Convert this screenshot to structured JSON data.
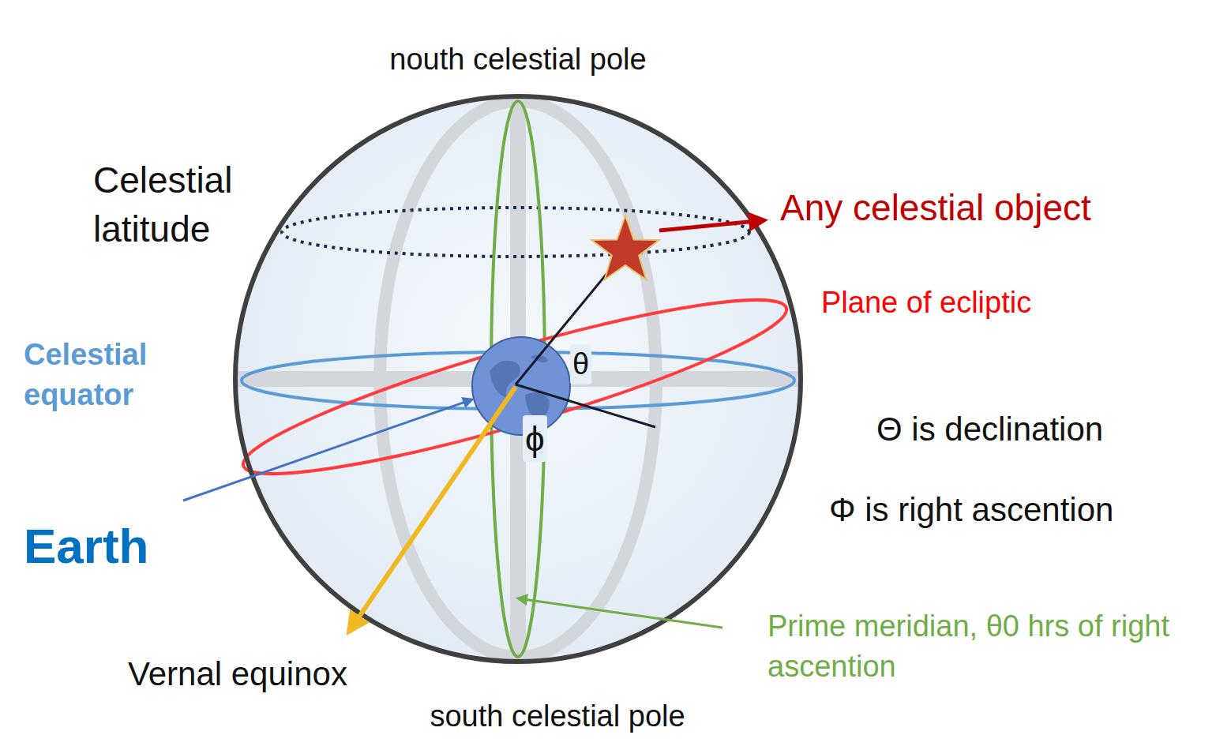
{
  "diagram": {
    "labels": [
      "nouth celestial pole",
      "Celestial latitude",
      "Any celestial object",
      "Plane of ecliptic",
      "θ",
      "Celestial equator",
      "ϕ",
      "Earth",
      "Θ is declination",
      "Φ is right ascention",
      "Vernal equinox",
      "south celestial pole",
      "Prime meridian, θ0 hrs of right ascention"
    ]
  }
}
